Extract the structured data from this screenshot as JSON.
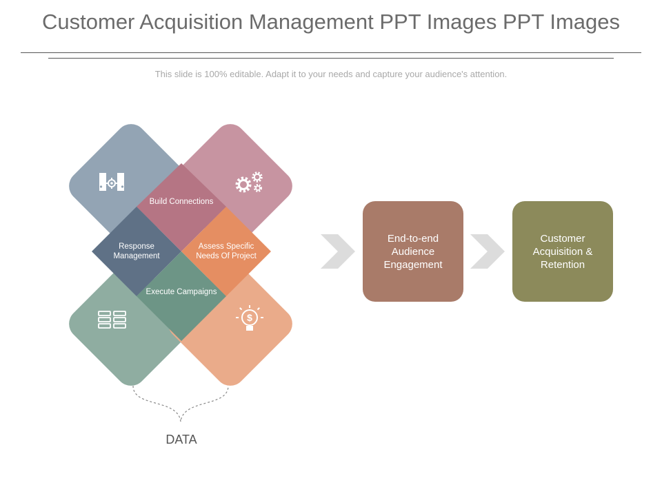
{
  "title": "Customer Acquisition Management PPT Images PPT Images",
  "subtitle": "This slide is 100% editable. Adapt it to your needs and capture your audience's attention.",
  "diagram": {
    "outer_tiles": [
      {
        "name": "top-left",
        "color": "#93a4b4",
        "icon": "binders-gear-icon"
      },
      {
        "name": "top-right",
        "color": "#c794a1",
        "icon": "gears-icon"
      },
      {
        "name": "bottom-left",
        "color": "#8fada1",
        "icon": "server-grid-icon"
      },
      {
        "name": "bottom-right",
        "color": "#eaab8a",
        "icon": "dollar-bulb-icon"
      }
    ],
    "inner_cells": {
      "build_connections": {
        "label": "Build Connections",
        "color": "#b57584"
      },
      "response_management": {
        "label": "Response Management",
        "color": "#5f7186"
      },
      "assess_specific": {
        "label": "Assess Specific Needs Of Project",
        "color": "#e58e62"
      },
      "execute_campaigns": {
        "label": "Execute Campaigns",
        "color": "#6d9586"
      }
    },
    "bottom_label": "DATA"
  },
  "flow": {
    "arrow_color": "#dcdcdc",
    "step1": {
      "label": "End-to-end Audience Engagement",
      "color": "#a97b69"
    },
    "step2": {
      "label": "Customer Acquisition & Retention",
      "color": "#8c8a5b"
    }
  }
}
